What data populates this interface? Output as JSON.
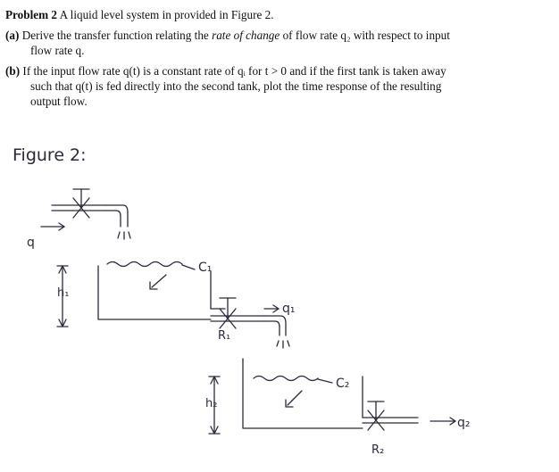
{
  "problem": {
    "label": "Problem 2",
    "intro": "A liquid level system in provided in Figure 2.",
    "part_a": {
      "label": "(a)",
      "line1_pre": "Derive the transfer function relating the",
      "line1_em": "rate of change",
      "line1_post": "of flow rate q₂ with respect to input",
      "line2": "flow rate q."
    },
    "part_b": {
      "label": "(b)",
      "line1": "If the input flow rate q(t) is a constant rate of qᵢ for t > 0 and if the first tank is taken away",
      "line2": "such that q(t) is fed directly into the second tank, plot the time response of the resulting",
      "line3": "output flow."
    }
  },
  "figure": {
    "title": "Figure 2:",
    "labels": {
      "input_flow": "q",
      "capacitance_1": "C₁",
      "height_1": "h₁",
      "resistance_1": "R₁",
      "flow_1": "q₁",
      "capacitance_2": "C₂",
      "height_2": "h₂",
      "resistance_2": "R₂",
      "output_flow": "q₂"
    }
  }
}
